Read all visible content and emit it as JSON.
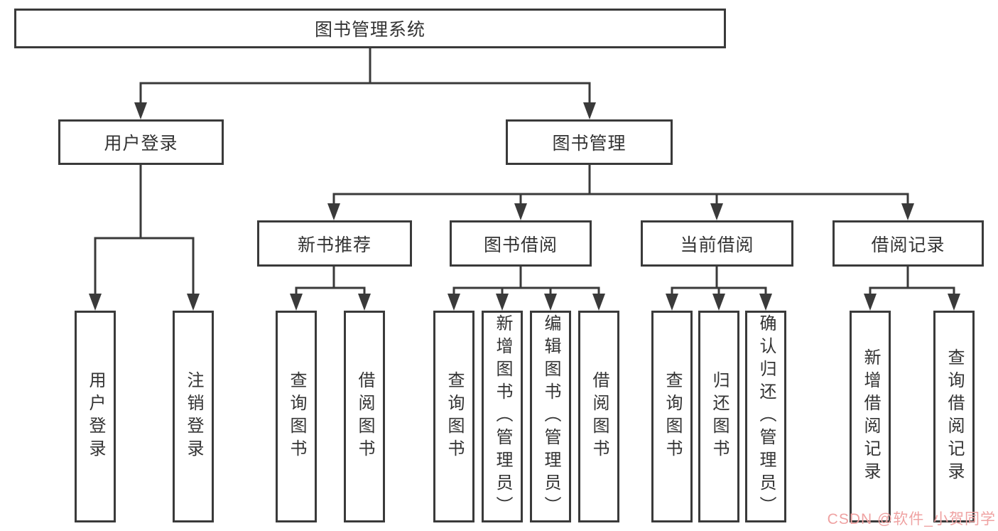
{
  "colors": {
    "line": "#3a3a3a",
    "text": "#333333",
    "watermark": "#efa2a2",
    "background": "#ffffff"
  },
  "watermark": {
    "text": "CSDN @软件_小贺同学"
  },
  "tree": {
    "label": "图书管理系统",
    "children": [
      {
        "label": "用户登录",
        "children": [
          {
            "label": "用户登录"
          },
          {
            "label": "注销登录"
          }
        ]
      },
      {
        "label": "图书管理",
        "children": [
          {
            "label": "新书推荐",
            "children": [
              {
                "label": "查询图书"
              },
              {
                "label": "借阅图书"
              }
            ]
          },
          {
            "label": "图书借阅",
            "children": [
              {
                "label": "查询图书"
              },
              {
                "label": "新增图书（管理员）"
              },
              {
                "label": "编辑图书（管理员）"
              },
              {
                "label": "借阅图书"
              }
            ]
          },
          {
            "label": "当前借阅",
            "children": [
              {
                "label": "查询图书"
              },
              {
                "label": "归还图书"
              },
              {
                "label": "确认归还（管理员）"
              }
            ]
          },
          {
            "label": "借阅记录",
            "children": [
              {
                "label": "新增借阅记录"
              },
              {
                "label": "查询借阅记录"
              }
            ]
          }
        ]
      }
    ]
  }
}
